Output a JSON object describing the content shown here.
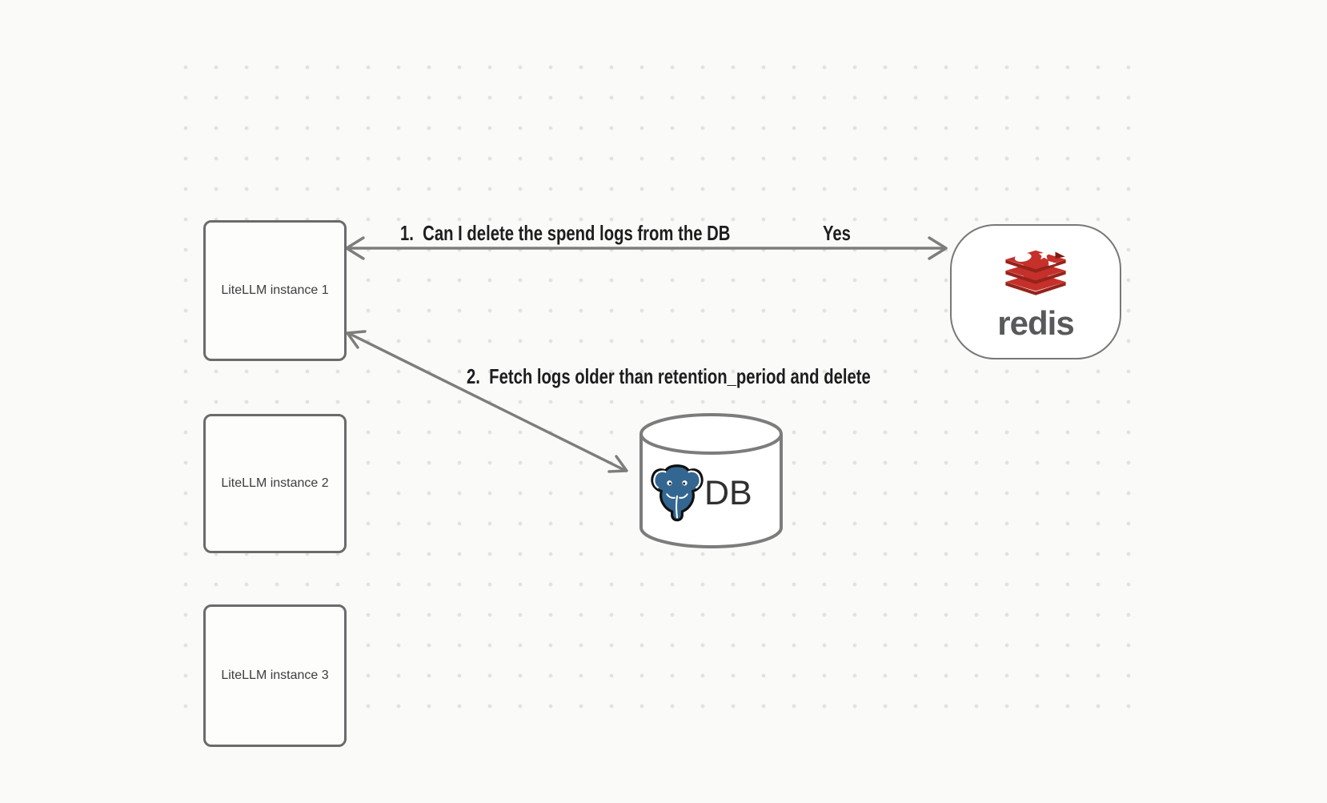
{
  "nodes": {
    "instance1": {
      "label": "LiteLLM instance 1"
    },
    "instance2": {
      "label": "LiteLLM instance 2"
    },
    "instance3": {
      "label": "LiteLLM instance 3"
    },
    "redis": {
      "wordmark": "redis",
      "icon": "redis-cushion-stack-logo-icon"
    },
    "db": {
      "label": "DB",
      "icon": "postgresql-elephant-icon",
      "shape": "database-cylinder"
    }
  },
  "edges": {
    "step1": {
      "label": "1.  Can I delete the spend logs from the DB",
      "reply": "Yes",
      "direction": "double-headed between LiteLLM instance 1 and redis"
    },
    "step2": {
      "label": "2.  Fetch logs older than retention_period and delete",
      "direction": "double-headed between LiteLLM instance 1 and DB"
    }
  },
  "colors": {
    "background": "#fafaf8",
    "dot_grid": "#e2e2e0",
    "shape_stroke": "#6b6b6b",
    "arrow_gray": "#7d7d7d",
    "label_text": "#1d1d1f",
    "redis_red": "#c6302b",
    "redis_red_dark": "#96231a",
    "redis_wordmark_gray": "#58595b",
    "postgres_blue": "#336791"
  }
}
